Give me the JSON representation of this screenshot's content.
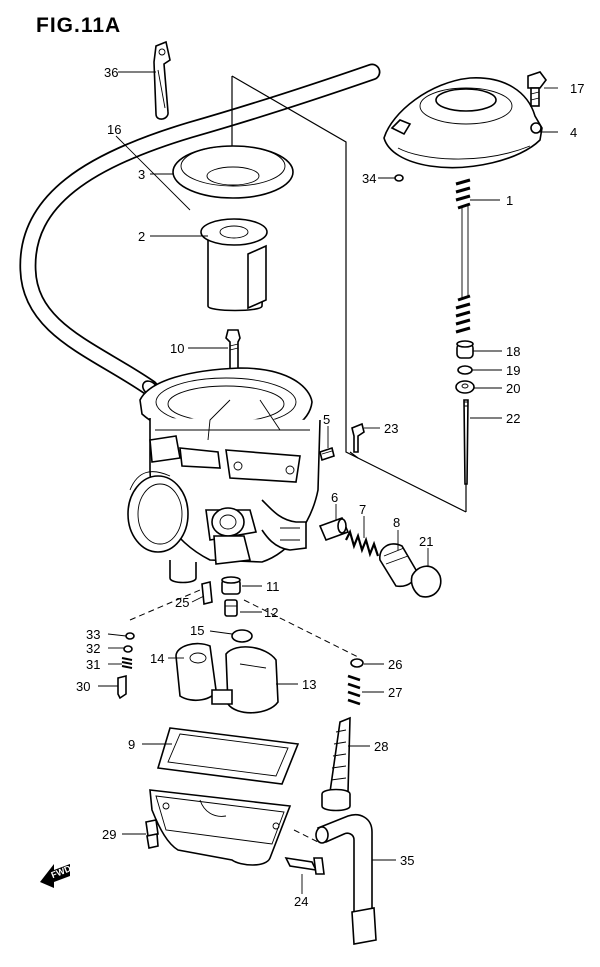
{
  "figure": {
    "title": "FIG.11A",
    "fwd_label": "FWD"
  },
  "callouts": [
    {
      "id": "c1",
      "label": "1"
    },
    {
      "id": "c2",
      "label": "2"
    },
    {
      "id": "c3",
      "label": "3"
    },
    {
      "id": "c4",
      "label": "4"
    },
    {
      "id": "c5",
      "label": "5"
    },
    {
      "id": "c6",
      "label": "6"
    },
    {
      "id": "c7",
      "label": "7"
    },
    {
      "id": "c8",
      "label": "8"
    },
    {
      "id": "c9",
      "label": "9"
    },
    {
      "id": "c10",
      "label": "10"
    },
    {
      "id": "c11",
      "label": "11"
    },
    {
      "id": "c12",
      "label": "12"
    },
    {
      "id": "c13",
      "label": "13"
    },
    {
      "id": "c14",
      "label": "14"
    },
    {
      "id": "c15",
      "label": "15"
    },
    {
      "id": "c16",
      "label": "16"
    },
    {
      "id": "c17",
      "label": "17"
    },
    {
      "id": "c18",
      "label": "18"
    },
    {
      "id": "c19",
      "label": "19"
    },
    {
      "id": "c20",
      "label": "20"
    },
    {
      "id": "c21",
      "label": "21"
    },
    {
      "id": "c22",
      "label": "22"
    },
    {
      "id": "c23",
      "label": "23"
    },
    {
      "id": "c24",
      "label": "24"
    },
    {
      "id": "c25",
      "label": "25"
    },
    {
      "id": "c26",
      "label": "26"
    },
    {
      "id": "c27",
      "label": "27"
    },
    {
      "id": "c28",
      "label": "28"
    },
    {
      "id": "c29",
      "label": "29"
    },
    {
      "id": "c30",
      "label": "30"
    },
    {
      "id": "c31",
      "label": "31"
    },
    {
      "id": "c32",
      "label": "32"
    },
    {
      "id": "c33",
      "label": "33"
    },
    {
      "id": "c34",
      "label": "34"
    },
    {
      "id": "c35",
      "label": "35"
    },
    {
      "id": "c36",
      "label": "36"
    }
  ]
}
